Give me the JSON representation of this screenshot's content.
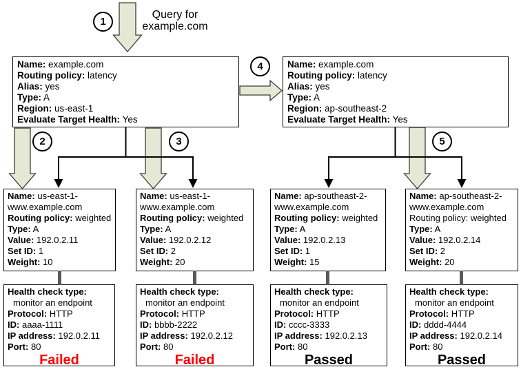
{
  "colors": {
    "flow_arrow_fill": "#e5e8d5",
    "flow_arrow_stroke": "#3c3c32",
    "connector_bar": "#595959",
    "line": "#000000",
    "status_failed": "#ff0000",
    "status_passed": "#000000"
  },
  "query": {
    "line1": "Query for",
    "line2": "example.com"
  },
  "step_labels": [
    "1",
    "2",
    "3",
    "4",
    "5"
  ],
  "latency_records": [
    {
      "fields": [
        {
          "label": "Name:",
          "value": "example.com"
        },
        {
          "label": "Routing policy:",
          "value": "latency"
        },
        {
          "label": "Alias:",
          "value": "yes"
        },
        {
          "label": "Type:",
          "value": "A"
        },
        {
          "label": "Region:",
          "value": "us-east-1"
        },
        {
          "label": "Evaluate Target Health:",
          "value": "Yes"
        }
      ]
    },
    {
      "fields": [
        {
          "label": "Name:",
          "value": "example.com"
        },
        {
          "label": "Routing policy:",
          "value": "latency"
        },
        {
          "label": "Alias:",
          "value": "yes"
        },
        {
          "label": "Type:",
          "value": "A"
        },
        {
          "label": "Region:",
          "value": "ap-southeast-2"
        },
        {
          "label": "Evaluate Target Health:",
          "value": "Yes"
        }
      ]
    }
  ],
  "weighted_records": [
    {
      "fields": [
        {
          "label": "Name:",
          "value": "us-east-1-www.example.com"
        },
        {
          "label": "Routing policy:",
          "value": "weighted"
        },
        {
          "label": "Type:",
          "value": "A"
        },
        {
          "label": "Value:",
          "value": "192.0.2.11"
        },
        {
          "label": "Set ID:",
          "value": "1"
        },
        {
          "label": "Weight:",
          "value": "10"
        }
      ]
    },
    {
      "fields": [
        {
          "label": "Name:",
          "value": "us-east-1-www.example.com"
        },
        {
          "label": "Routing policy:",
          "value": "weighted"
        },
        {
          "label": "Type:",
          "value": "A"
        },
        {
          "label": "Value:",
          "value": "192.0.2.12"
        },
        {
          "label": "Set ID:",
          "value": "2"
        },
        {
          "label": "Weight:",
          "value": "20"
        }
      ]
    },
    {
      "fields": [
        {
          "label": "Name:",
          "value": "ap-southeast-2-www.example.com"
        },
        {
          "label": "Routing policy:",
          "value": "weighted"
        },
        {
          "label": "Type:",
          "value": "A"
        },
        {
          "label": "Value:",
          "value": "192.0.2.13"
        },
        {
          "label": "Set ID:",
          "value": "1"
        },
        {
          "label": "Weight:",
          "value": "15"
        }
      ]
    },
    {
      "fields": [
        {
          "label": "Name:",
          "value": "ap-southeast-2-www.example.com"
        },
        {
          "label": "Routing policy:",
          "value": "weighted"
        },
        {
          "label": "Type:",
          "value": "A"
        },
        {
          "label": "Value:",
          "value": "192.0.2.14"
        },
        {
          "label": "Set ID:",
          "value": "2"
        },
        {
          "label": "Weight:",
          "value": "20"
        }
      ]
    }
  ],
  "health_checks": [
    {
      "type_label": "Health check type:",
      "type_value": "monitor an endpoint",
      "fields": [
        {
          "label": "Protocol:",
          "value": "HTTP"
        },
        {
          "label": "ID:",
          "value": "aaaa-1111"
        },
        {
          "label": "IP address:",
          "value": "192.0.2.11"
        },
        {
          "label": "Port:",
          "value": "80"
        }
      ],
      "status": "Failed",
      "status_color": "#ff0000"
    },
    {
      "type_label": "Health check type:",
      "type_value": "monitor an endpoint",
      "fields": [
        {
          "label": "Protocol:",
          "value": "HTTP"
        },
        {
          "label": "ID:",
          "value": "bbbb-2222"
        },
        {
          "label": "IP address:",
          "value": "192.0.2.12"
        },
        {
          "label": "Port:",
          "value": "80"
        }
      ],
      "status": "Failed",
      "status_color": "#ff0000"
    },
    {
      "type_label": "Health check type:",
      "type_value": "monitor an endpoint",
      "fields": [
        {
          "label": "Protocol:",
          "value": "HTTP"
        },
        {
          "label": "ID:",
          "value": "cccc-3333"
        },
        {
          "label": "IP address:",
          "value": "192.0.2.13"
        },
        {
          "label": "Port:",
          "value": "80"
        }
      ],
      "status": "Passed",
      "status_color": "#000000"
    },
    {
      "type_label": "Health check type:",
      "type_value": "monitor an endpoint",
      "fields": [
        {
          "label": "Protocol:",
          "value": "HTTP"
        },
        {
          "label": "ID:",
          "value": "dddd-4444"
        },
        {
          "label": "IP address:",
          "value": "192.0.2.14"
        },
        {
          "label": "Port:",
          "value": "80"
        }
      ],
      "status": "Passed",
      "status_color": "#000000"
    }
  ]
}
